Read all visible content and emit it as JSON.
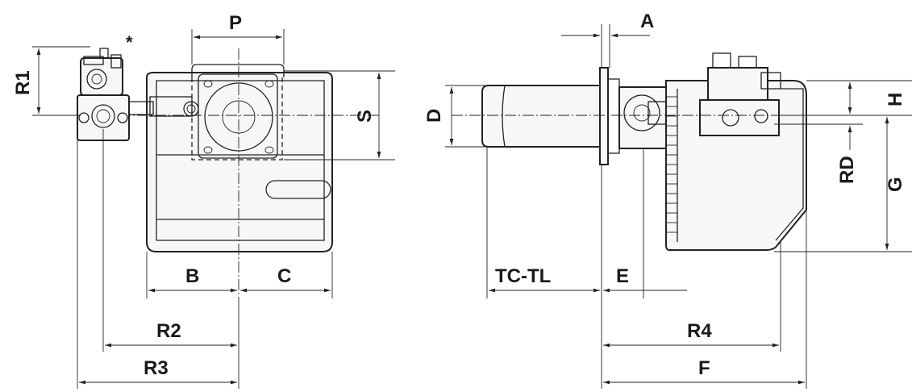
{
  "diagram": {
    "labels": {
      "A": "A",
      "P": "P",
      "R1": "R1",
      "S": "S",
      "D": "D",
      "H": "H",
      "RD": "RD",
      "G": "G",
      "B": "B",
      "C": "C",
      "TC_TL": "TC-TL",
      "E": "E",
      "R2": "R2",
      "R4": "R4",
      "R3": "R3",
      "F": "F"
    },
    "asterisk": "*"
  }
}
